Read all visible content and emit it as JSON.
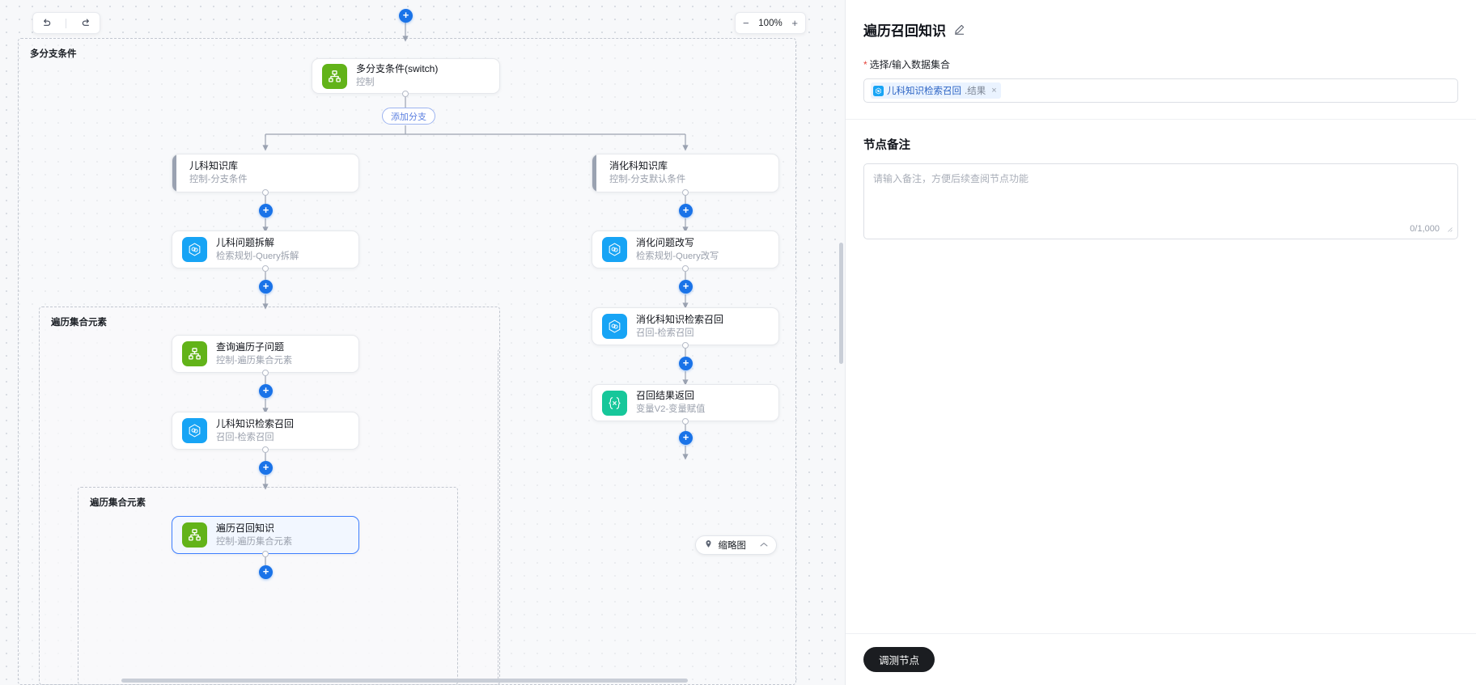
{
  "toolbar": {
    "undo_icon": "undo-icon",
    "redo_icon": "redo-icon",
    "zoom_out_label": "−",
    "zoom_value": "100%",
    "zoom_in_label": "+"
  },
  "canvas": {
    "groups": [
      {
        "id": "switch",
        "title": "多分支条件"
      },
      {
        "id": "loop-1",
        "title": "遍历集合元素"
      },
      {
        "id": "loop-2",
        "title": "遍历集合元素"
      }
    ],
    "add_branch_label": "添加分支",
    "plus_label": "+",
    "nodes": [
      {
        "id": "switch",
        "title": "多分支条件(switch)",
        "subtitle": "控制",
        "icon": "sitemap-icon",
        "color": "green"
      },
      {
        "id": "branch-left",
        "title": "儿科知识库",
        "subtitle": "控制-分支条件",
        "icon": "branch-bar",
        "color": "gray"
      },
      {
        "id": "branch-right",
        "title": "消化科知识库",
        "subtitle": "控制-分支默认条件",
        "icon": "branch-bar",
        "color": "gray"
      },
      {
        "id": "split-left",
        "title": "儿科问题拆解",
        "subtitle": "检索规划-Query拆解",
        "icon": "hexagon-icon",
        "color": "blue"
      },
      {
        "id": "rewrite-right",
        "title": "消化问题改写",
        "subtitle": "检索规划-Query改写",
        "icon": "hexagon-icon",
        "color": "blue"
      },
      {
        "id": "loop-query",
        "title": "查询遍历子问题",
        "subtitle": "控制-遍历集合元素",
        "icon": "sitemap-icon",
        "color": "green"
      },
      {
        "id": "recall-left",
        "title": "儿科知识检索召回",
        "subtitle": "召回-检索召回",
        "icon": "hexagon-icon",
        "color": "blue"
      },
      {
        "id": "recall-right",
        "title": "消化科知识检索召回",
        "subtitle": "召回-检索召回",
        "icon": "hexagon-icon",
        "color": "blue"
      },
      {
        "id": "var-return",
        "title": "召回结果返回",
        "subtitle": "变量V2-变量赋值",
        "icon": "variable-icon",
        "color": "teal"
      },
      {
        "id": "loop-recall",
        "title": "遍历召回知识",
        "subtitle": "控制-遍历集合元素",
        "icon": "sitemap-icon",
        "color": "green",
        "selected": true
      }
    ],
    "minimap": {
      "label": "缩略图",
      "pin_icon": "location-pin-icon",
      "chevron_icon": "chevron-up-icon"
    }
  },
  "panel": {
    "title": "遍历召回知识",
    "edit_icon": "pencil-edit-icon",
    "dataset_field": {
      "required_mark": "*",
      "label": "选择/输入数据集合",
      "chip_text": "儿科知识检索召回",
      "chip_suffix": ".结果",
      "chip_remove": "×",
      "chip_icon": "hexagon-icon"
    },
    "note_section": {
      "title": "节点备注",
      "placeholder": "请输入备注，方便后续查阅节点功能",
      "counter": "0/1,000",
      "resize_icon": "resize-handle-icon"
    },
    "footer": {
      "debug_label": "调测节点"
    }
  },
  "colors": {
    "accent": "#1a73e8",
    "green": "#62b319",
    "blue": "#17a4f5",
    "teal": "#17c79a",
    "canvas_bg": "#f7f8fa",
    "dark_button": "#1b1d21"
  }
}
